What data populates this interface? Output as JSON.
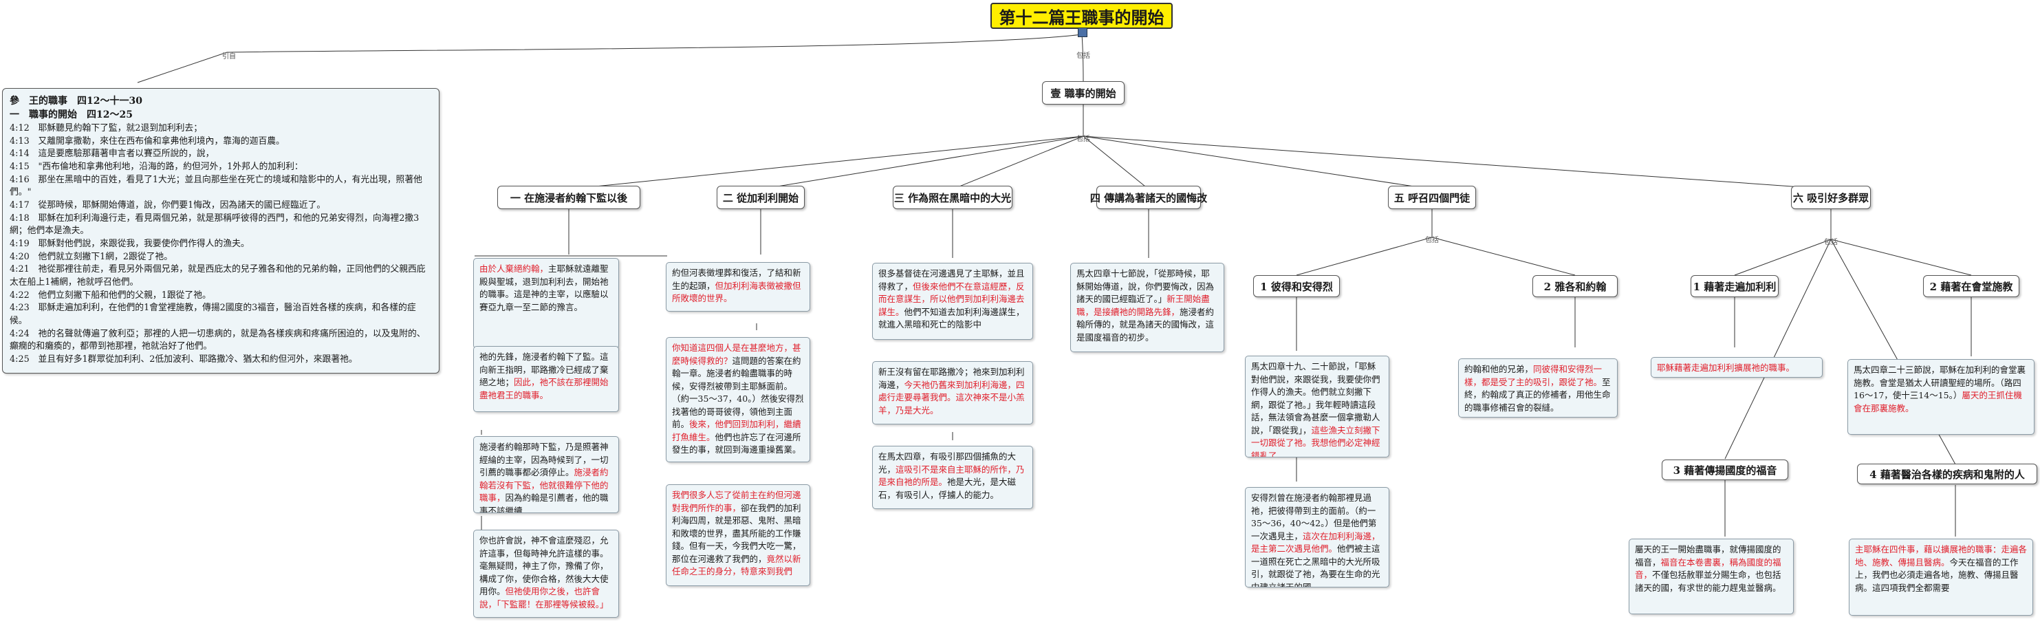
{
  "root": {
    "title": "第十二篇王職事的開始"
  },
  "edge_labels": {
    "yin_zi": "引自",
    "bao_kuo": "包括"
  },
  "scripture": {
    "heading1": "參　王的職事　四12～十一30",
    "heading2": "一　職事的開始　四12～25",
    "lines": [
      "4:12　耶穌聽見約翰下了監，就2退到加利利去；",
      "4:13　又離開拿撒勒，來住在西布倫和拿弗他利境內，靠海的迦百農。",
      "4:14　這是要應驗那藉著申言者以賽亞所說的，說，",
      "4:15　\"西布倫地和拿弗他利地，沿海的路，約但河外，1外邦人的加利利：",
      "4:16　那坐在黑暗中的百姓，看見了1大光；並且向那些坐在死亡的境域和陰影中的人，有光出現，照著他們。\"",
      "4:17　從那時候，耶穌開始傳道，說，你們要1悔改，因為諸天的國已經臨近了。",
      "4:18　耶穌在加利利海邊行走，看見兩個兄弟，就是那稱呼彼得的西門，和他的兄弟安得烈，向海裡2撒3網；他們本是漁夫。",
      "4:19　耶穌對他們說，來跟從我，我要使你們作得人的漁夫。",
      "4:20　他們就立刻撇下1網，2跟從了祂。",
      "4:21　祂從那裡往前走，看見另外兩個兄弟，就是西庇太的兒子雅各和他的兄弟約翰，正同他們的父親西庇太在船上1補網，祂就呼召他們。",
      "4:22　他們立刻撇下船和他們的父親，1跟從了祂。",
      "4:23　耶穌走遍加利利，在他們的1會堂裡施教，傳揚2國度的3福音，醫治百姓各樣的疾病，和各樣的症候。",
      "4:24　祂的名聲就傳遍了敘利亞；那裡的人把一切患病的，就是為各樣疾病和疼痛所困迫的，以及鬼附的、癲癇的和癱瘓的，都帶到祂那裡，祂就治好了他們。",
      "4:25　並且有好多1群眾從加利利、2低加波利、耶路撒冷、猶太和約但河外，來跟著祂。"
    ]
  },
  "main": {
    "label": "壹 職事的開始"
  },
  "branches": [
    {
      "label": "一 在施浸者約翰下監以後"
    },
    {
      "label": "二 從加利利開始"
    },
    {
      "label": "三 作為照在黑暗中的大光"
    },
    {
      "label": "四 傳講為著諸天的國悔改"
    },
    {
      "label": "五 呼召四個門徒"
    },
    {
      "label": "六 吸引好多群眾"
    }
  ],
  "sub_topics": {
    "s5_1": "1 彼得和安得烈",
    "s5_2": "2 雅各和約翰",
    "s6_1": "1 藉著走遍加利利",
    "s6_2": "2 藉著在會堂施教",
    "s6_3": "3 藉著傳揚國度的福音",
    "s6_4": "4 藉著醫治各樣的疾病和鬼附的人"
  },
  "notes": {
    "n1a": [
      {
        "t": "由於人棄絕約翰，",
        "r": true
      },
      {
        "t": "主耶穌就遠離聖殿與聖城，退到加利利去，開始祂的職事。這是神的主宰，以應驗以賽亞九章一至二節的豫言。",
        "r": false
      }
    ],
    "n1b": [
      {
        "t": "祂的先鋒，施浸者約翰下了監。這向新王指明，耶路撒冷已經成了棄絕之地；",
        "r": false
      },
      {
        "t": "因此，祂不該在那裡開始盡祂君王的職事。",
        "r": true
      }
    ],
    "n1c": [
      {
        "t": "施浸者約翰那時下監，乃是照著神經綸的主宰，因為時候到了，一切引薦的職事都必須停止。",
        "r": false
      },
      {
        "t": "施浸者約翰若沒有下監，他就很難停下他的職事，",
        "r": true
      },
      {
        "t": "因為約翰是引薦者，他的職事不該繼續",
        "r": false
      }
    ],
    "n1d": [
      {
        "t": "你也許會說，神不會這麼殘忍，允許這事，但每時神允許這樣的事。毫無疑問，神主了你，豫備了你，構成了你，使你合格，然後大大使用你。",
        "r": false
      },
      {
        "t": "但祂使用你之後，也許會說，「下監罷！在那裡等候被殺。」",
        "r": true
      }
    ],
    "n2a": [
      {
        "t": "約但河表徵埋葬和復活，了結和新生的起頭，",
        "r": false
      },
      {
        "t": "但加利利海表徵被撒但所敗壞的世界。",
        "r": true
      }
    ],
    "n2b": [
      {
        "t": "你知道這四個人是在甚麼地方，甚麼時候得救的？",
        "r": true
      },
      {
        "t": "這問題的答案在約翰一章。施浸者約翰盡職事的時候，安得烈被帶到主耶穌面前。（約一35～37，40。）然後安得烈找著他的哥哥彼得，領他到主面前。",
        "r": false
      },
      {
        "t": "後來，他們回到加利利，繼續打魚維生。",
        "r": true
      },
      {
        "t": "他們也許忘了在河邊所發生的事，就回到海邊重操舊業。",
        "r": false
      }
    ],
    "n2c": [
      {
        "t": "我們很多人忘了從前主在約但河邊對我們所作的事，",
        "r": true
      },
      {
        "t": "卻在我們的加利利海四周，就是邪惡、鬼附、黑暗和敗壞的世界，盡其所能的工作賺錢。但有一天，今我們大吃一驚，那位在河邊救了我們的，",
        "r": false
      },
      {
        "t": "竟然以新任命之王的身分，特意來到我們",
        "r": true
      }
    ],
    "n3a": [
      {
        "t": "很多基督徒在河邊遇見了主耶穌，並且得救了，",
        "r": false
      },
      {
        "t": "但後來他們不在意這經歷，反而在意謀生，所以他們到加利利海邊去謀生。",
        "r": true
      },
      {
        "t": "他們不知道去加利利海邊謀生，就進入黑暗和死亡的陰影中",
        "r": false
      }
    ],
    "n3b": [
      {
        "t": "新王沒有留在耶路撒冷；祂來到加利利海邊，",
        "r": false
      },
      {
        "t": "今天祂仍舊來到加利利海邊，四處行走要尋著我們。這次神來不是小羔羊，乃是大光。",
        "r": true
      }
    ],
    "n3c": [
      {
        "t": "在馬太四章，有吸引那四個捕魚的大光，",
        "r": false
      },
      {
        "t": "這吸引不是來自主耶穌的所作，乃是來自祂的所是。",
        "r": true
      },
      {
        "t": "祂是大光，是大磁石，有吸引人，俘擄人的能力。",
        "r": false
      }
    ],
    "n4a": [
      {
        "t": "馬太四章十七節說，「從那時候，耶穌開始傳道，說，你們要悔改，因為諸天的國已經臨近了。」",
        "r": false
      },
      {
        "t": "新王開始盡職，是接續祂的開路先鋒，",
        "r": true
      },
      {
        "t": "施浸者約翰所傳的，就是為諸天的國悔改，這是國度福音的初步。",
        "r": false
      }
    ],
    "n5a": [
      {
        "t": "馬太四章十九、二十節說，「耶穌對他們說，來跟從我，我要使你們作得人的漁夫。他們就立刻撇下網，跟從了祂。」我年輕時讀這段話，無法領會為甚麼一個拿撒勒人說，「跟從我」，",
        "r": false
      },
      {
        "t": "這些漁夫立刻撇下一切跟從了祂。我想他們必定神經錯亂了。",
        "r": true
      }
    ],
    "n5b": [
      {
        "t": "安得烈曾在施浸者約翰那裡見過祂，把彼得帶到主的面前。（約一35～36，40～42。）但是他們第一次遇見主，",
        "r": false
      },
      {
        "t": "這次在加利利海邊，是主第二次遇見他們。",
        "r": true
      },
      {
        "t": "他們被主這一道照在死亡之黑暗中的大光所吸引，就跟從了祂，為要在生命的光中建立諸天的國。",
        "r": false
      }
    ],
    "n5c": [
      {
        "t": "約翰和他的兄弟，",
        "r": false
      },
      {
        "t": "同彼得和安得烈一樣，都是受了主的吸引，跟從了祂。",
        "r": true
      },
      {
        "t": "至終，約翰成了真正的修補者，用他生命的職事修補召會的裂縫。",
        "r": false
      }
    ],
    "n6a": [
      {
        "t": "耶穌藉著走遍加利利擴展祂的職事。",
        "r": true
      }
    ],
    "n6b": [
      {
        "t": "馬太四章二十三節說，耶穌在加利利的會堂裏施教。會堂是猶太人研讀聖經的場所。（路四16～17，使十三14～15。）",
        "r": false
      },
      {
        "t": "屬天的王抓住機會在那裏施教。",
        "r": true
      }
    ],
    "n6c": [
      {
        "t": "屬天的王一開始盡職事，就傳揚國度的福音，",
        "r": false
      },
      {
        "t": "福音在本卷書裏，稱為國度的福音，",
        "r": true
      },
      {
        "t": "不僅包括赦罪並分賜生命，也包括諸天的國，有求世的能力趕鬼並醫病。",
        "r": false
      }
    ],
    "n6d": [
      {
        "t": "主耶穌在四件事，藉以擴展祂的職事：走遍各地、施教、傳揚且醫病。",
        "r": true
      },
      {
        "t": "今天在福音的工作上，我們也必須走遍各地，施教、傳揚且醫病。這四項我們全都需要",
        "r": false
      }
    ]
  }
}
